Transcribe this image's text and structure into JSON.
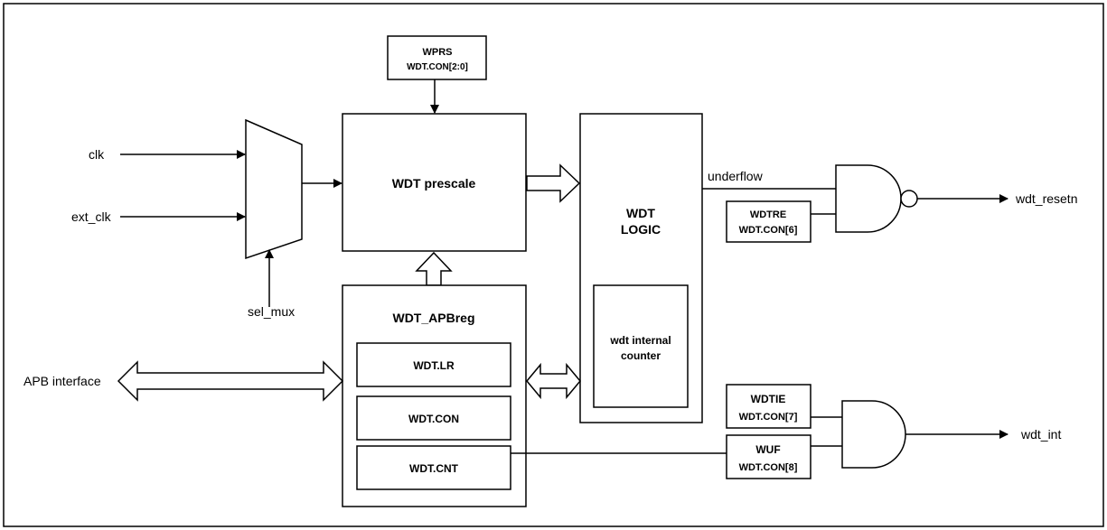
{
  "signals": {
    "clk": "clk",
    "ext_clk": "ext_clk",
    "sel_mux": "sel_mux",
    "apb_interface": "APB interface",
    "underflow": "underflow",
    "wdt_resetn": "wdt_resetn",
    "wdt_int": "wdt_int"
  },
  "blocks": {
    "wprs": {
      "title": "WPRS",
      "reg": "WDT.CON[2:0]"
    },
    "prescale": "WDT prescale",
    "logic_line1": "WDT",
    "logic_line2": "LOGIC",
    "counter_line1": "wdt internal",
    "counter_line2": "counter",
    "apbreg": "WDT_APBreg",
    "regs": [
      "WDT.LR",
      "WDT.CON",
      "WDT.CNT"
    ],
    "wdtre": {
      "title": "WDTRE",
      "reg": "WDT.CON[6]"
    },
    "wdtie": {
      "title": "WDTIE",
      "reg": "WDT.CON[7]"
    },
    "wuf": {
      "title": "WUF",
      "reg": "WDT.CON[8]"
    }
  }
}
